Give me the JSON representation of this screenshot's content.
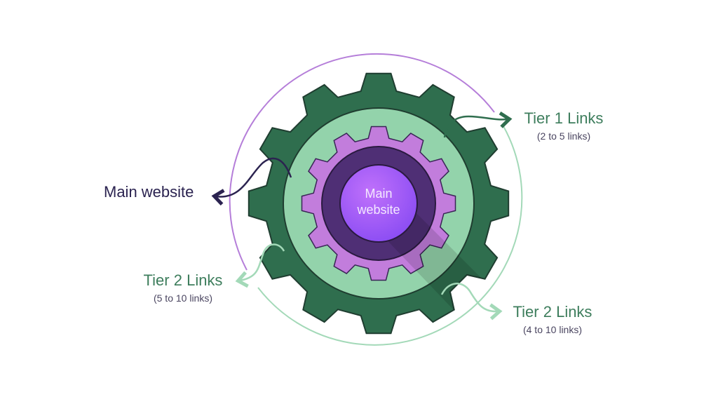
{
  "center": {
    "label_line1": "Main",
    "label_line2": "website"
  },
  "labels": {
    "main_website": "Main website",
    "tier1": {
      "title": "Tier 1 Links",
      "sub": "(2 to 5 links)"
    },
    "tier2_left": {
      "title": "Tier 2 Links",
      "sub": "(5 to 10 links)"
    },
    "tier2_right": {
      "title": "Tier 2 Links",
      "sub": "(4 to 10 links)"
    }
  },
  "colors": {
    "outer_gear": "#2f6e4e",
    "light_ring": "#93d3ab",
    "purple_gear": "#c27ddc",
    "dark_ring": "#4f2f75",
    "core": "#9b5cf6",
    "purple_arc": "#b57ed9",
    "green_arc": "#a3d9b8",
    "navy_arrow": "#2b2350",
    "dark_green_arrow": "#2f6e4e"
  }
}
